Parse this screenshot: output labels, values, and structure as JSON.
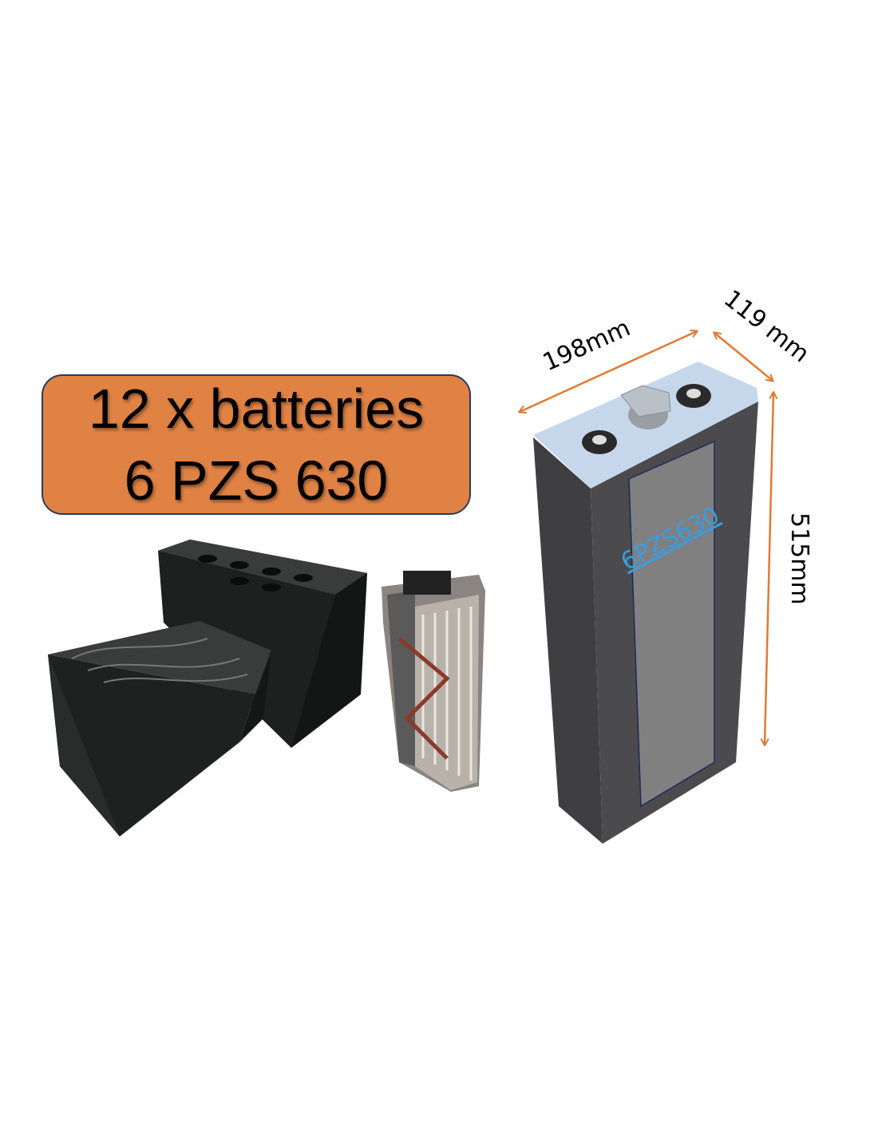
{
  "badge": {
    "line1": "12 x batteries",
    "line2": "6 PZS 630",
    "background_color": "#df8244"
  },
  "cell_diagram": {
    "model_label": "6PZS630",
    "width_label": "198mm",
    "depth_label": "119 mm",
    "height_label": "515mm",
    "arrow_color": "#e07a35",
    "model_color": "#3a9de0"
  }
}
